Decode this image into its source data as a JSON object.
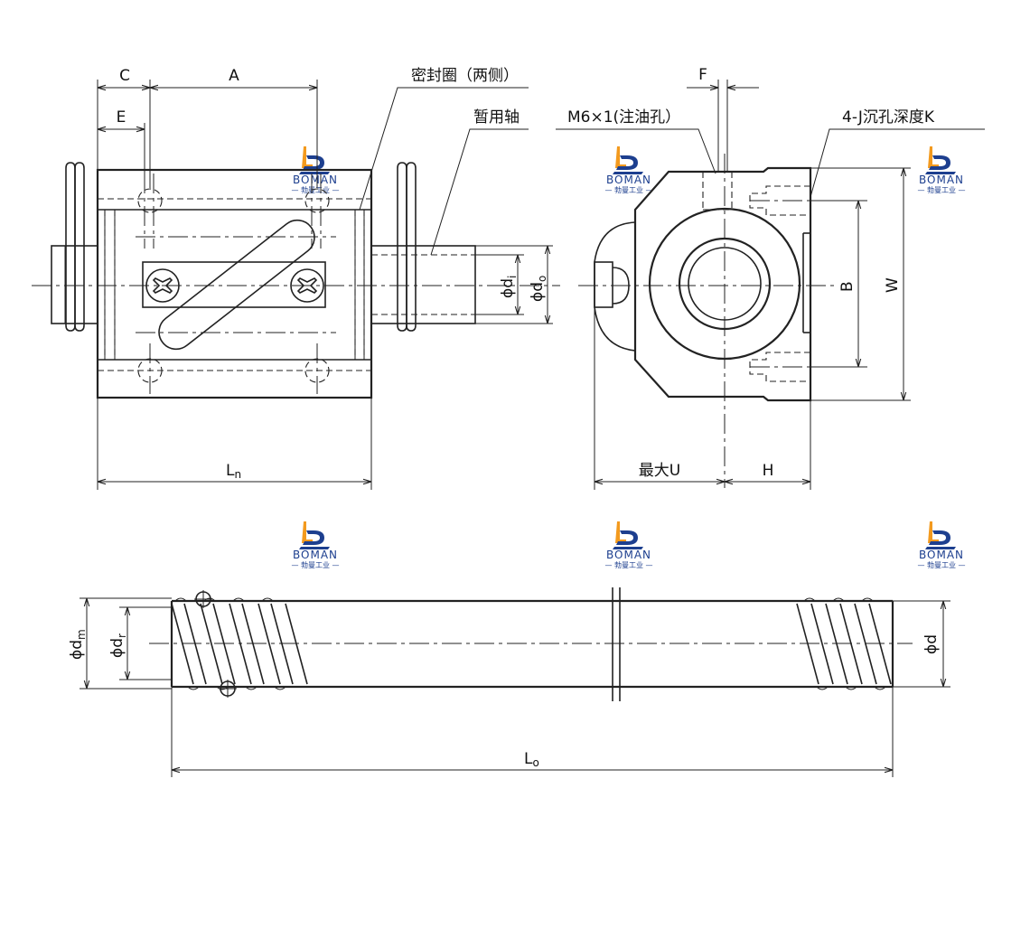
{
  "labels": {
    "C": "C",
    "A": "A",
    "E": "E",
    "seal": "密封圈（两侧）",
    "temp_shaft": "暂用轴",
    "di_phi": "ϕ",
    "di_d": "d",
    "di_sub": "i",
    "do_phi": "ϕ",
    "do_d": "d",
    "do_sub": "o",
    "Ln_L": "L",
    "Ln_sub": "n",
    "F": "F",
    "oil_hole": "M6×1(注油孔）",
    "counterbore": "4-J沉孔深度K",
    "B": "B",
    "W": "W",
    "max_U": "最大U",
    "H": "H",
    "dm_phi": "ϕ",
    "dm_d": "d",
    "dm_sub": "m",
    "dr_phi": "ϕ",
    "dr_d": "d",
    "dr_sub": "r",
    "d_phi": "ϕ",
    "d_d": "d",
    "Lo_L": "L",
    "Lo_sub": "o"
  },
  "logo": {
    "name": "BOMAN",
    "subtitle": "— 勃曼工业 —",
    "colors": {
      "blue": "#1d3f8f",
      "orange": "#f39a1e"
    }
  }
}
